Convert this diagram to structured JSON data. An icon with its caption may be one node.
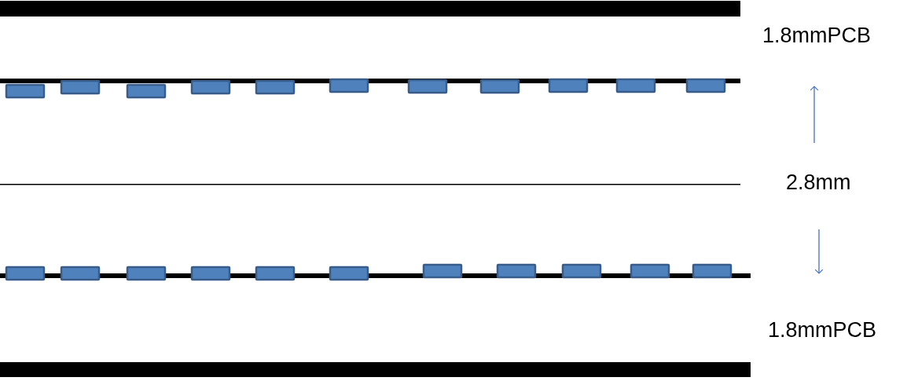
{
  "diagram": {
    "labels": [
      "1.8mmPCB",
      "2.8mm",
      "1.8mmPCB"
    ]
  }
}
